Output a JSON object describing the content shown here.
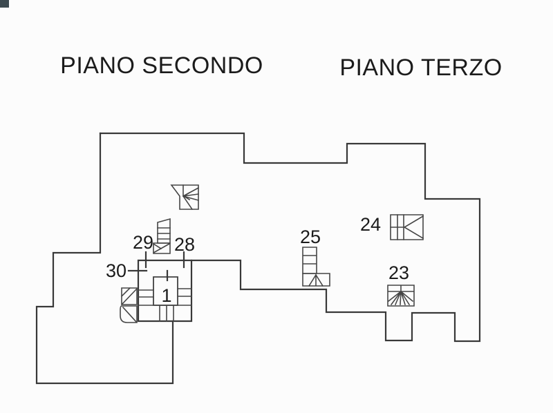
{
  "document": {
    "type": "scanned floor plan drawing",
    "background_color": "#fcfcfc",
    "line_color": "#383838",
    "text_color": "#1b1b1b"
  },
  "titles": {
    "left": "PIANO SECONDO",
    "right": "PIANO TERZO"
  },
  "labels": {
    "room_1": "1",
    "stair_23": "23",
    "stair_24": "24",
    "stair_25": "25",
    "opening_28": "28",
    "opening_29": "29",
    "opening_30": "30"
  }
}
